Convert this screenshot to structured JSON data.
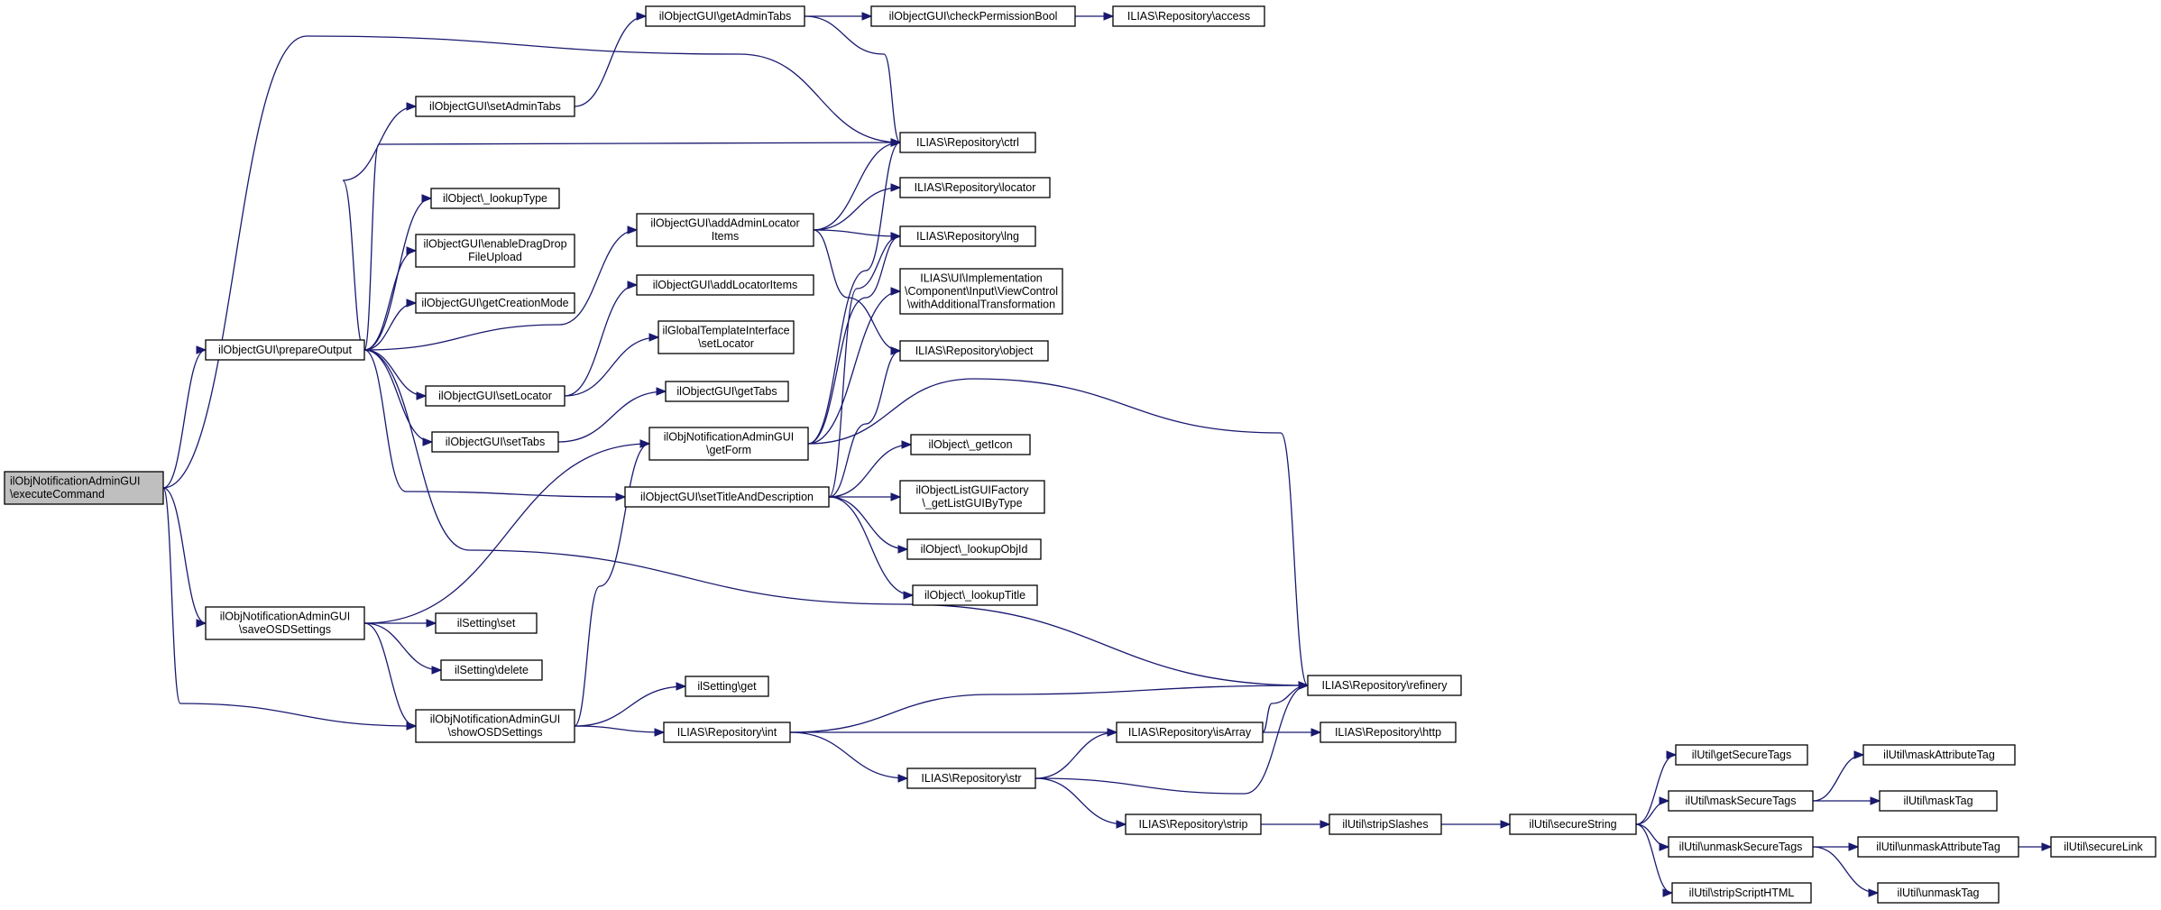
{
  "nodes": [
    {
      "id": "root",
      "lines": [
        "ilObjNotificationAdminGUI",
        "\\executeCommand"
      ],
      "root": true
    },
    {
      "id": "prepareOutput",
      "lines": [
        "ilObjectGUI\\prepareOutput"
      ]
    },
    {
      "id": "saveOSD",
      "lines": [
        "ilObjNotificationAdminGUI",
        "\\saveOSDSettings"
      ]
    },
    {
      "id": "showOSD",
      "lines": [
        "ilObjNotificationAdminGUI",
        "\\showOSDSettings"
      ]
    },
    {
      "id": "setAdminTabs",
      "lines": [
        "ilObjectGUI\\setAdminTabs"
      ]
    },
    {
      "id": "lookupType",
      "lines": [
        "ilObject\\_lookupType"
      ]
    },
    {
      "id": "enableDrag",
      "lines": [
        "ilObjectGUI\\enableDragDrop",
        "FileUpload"
      ]
    },
    {
      "id": "getCreationMode",
      "lines": [
        "ilObjectGUI\\getCreationMode"
      ]
    },
    {
      "id": "setLocator",
      "lines": [
        "ilObjectGUI\\setLocator"
      ]
    },
    {
      "id": "setTabs",
      "lines": [
        "ilObjectGUI\\setTabs"
      ]
    },
    {
      "id": "settingSet",
      "lines": [
        "ilSetting\\set"
      ]
    },
    {
      "id": "settingDelete",
      "lines": [
        "ilSetting\\delete"
      ]
    },
    {
      "id": "getAdminTabs",
      "lines": [
        "ilObjectGUI\\getAdminTabs"
      ]
    },
    {
      "id": "addAdminLocator",
      "lines": [
        "ilObjectGUI\\addAdminLocator",
        "Items"
      ]
    },
    {
      "id": "addLocatorItems",
      "lines": [
        "ilObjectGUI\\addLocatorItems"
      ]
    },
    {
      "id": "gtiSetLocator",
      "lines": [
        "ilGlobalTemplateInterface",
        "\\setLocator"
      ]
    },
    {
      "id": "getTabs",
      "lines": [
        "ilObjectGUI\\getTabs"
      ]
    },
    {
      "id": "getForm",
      "lines": [
        "ilObjNotificationAdminGUI",
        "\\getForm"
      ]
    },
    {
      "id": "setTitleDesc",
      "lines": [
        "ilObjectGUI\\setTitleAndDescription"
      ]
    },
    {
      "id": "settingGet",
      "lines": [
        "ilSetting\\get"
      ]
    },
    {
      "id": "repoInt",
      "lines": [
        "ILIAS\\Repository\\int"
      ]
    },
    {
      "id": "repoStr",
      "lines": [
        "ILIAS\\Repository\\str"
      ]
    },
    {
      "id": "repoStrip",
      "lines": [
        "ILIAS\\Repository\\strip"
      ]
    },
    {
      "id": "checkPerm",
      "lines": [
        "ilObjectGUI\\checkPermissionBool"
      ]
    },
    {
      "id": "access",
      "lines": [
        "ILIAS\\Repository\\access"
      ]
    },
    {
      "id": "ctrl",
      "lines": [
        "ILIAS\\Repository\\ctrl"
      ]
    },
    {
      "id": "locator",
      "lines": [
        "ILIAS\\Repository\\locator"
      ]
    },
    {
      "id": "lng",
      "lines": [
        "ILIAS\\Repository\\lng"
      ]
    },
    {
      "id": "viewControl",
      "lines": [
        "ILIAS\\UI\\Implementation",
        "\\Component\\Input\\ViewControl",
        "\\withAdditionalTransformation"
      ]
    },
    {
      "id": "object",
      "lines": [
        "ILIAS\\Repository\\object"
      ]
    },
    {
      "id": "getIcon",
      "lines": [
        "ilObject\\_getIcon"
      ]
    },
    {
      "id": "listGUIFactory",
      "lines": [
        "ilObjectListGUIFactory",
        "\\_getListGUIByType"
      ]
    },
    {
      "id": "lookupObjId",
      "lines": [
        "ilObject\\_lookupObjId"
      ]
    },
    {
      "id": "lookupTitle",
      "lines": [
        "ilObject\\_lookupTitle"
      ]
    },
    {
      "id": "refinery",
      "lines": [
        "ILIAS\\Repository\\refinery"
      ]
    },
    {
      "id": "isArray",
      "lines": [
        "ILIAS\\Repository\\isArray"
      ]
    },
    {
      "id": "http",
      "lines": [
        "ILIAS\\Repository\\http"
      ]
    },
    {
      "id": "stripSlashes",
      "lines": [
        "ilUtil\\stripSlashes"
      ]
    },
    {
      "id": "secureString",
      "lines": [
        "ilUtil\\secureString"
      ]
    },
    {
      "id": "getSecureTags",
      "lines": [
        "ilUtil\\getSecureTags"
      ]
    },
    {
      "id": "maskSecureTags",
      "lines": [
        "ilUtil\\maskSecureTags"
      ]
    },
    {
      "id": "unmaskSecureTags",
      "lines": [
        "ilUtil\\unmaskSecureTags"
      ]
    },
    {
      "id": "stripScriptHTML",
      "lines": [
        "ilUtil\\stripScriptHTML"
      ]
    },
    {
      "id": "maskAttributeTag",
      "lines": [
        "ilUtil\\maskAttributeTag"
      ]
    },
    {
      "id": "maskTag",
      "lines": [
        "ilUtil\\maskTag"
      ]
    },
    {
      "id": "unmaskAttributeTag",
      "lines": [
        "ilUtil\\unmaskAttributeTag"
      ]
    },
    {
      "id": "unmaskTag",
      "lines": [
        "ilUtil\\unmaskTag"
      ]
    },
    {
      "id": "secureLink",
      "lines": [
        "ilUtil\\secureLink"
      ]
    }
  ],
  "edges": [
    [
      "root",
      "prepareOutput"
    ],
    [
      "root",
      "ctrl"
    ],
    [
      "root",
      "saveOSD"
    ],
    [
      "root",
      "showOSD"
    ],
    [
      "prepareOutput",
      "setAdminTabs"
    ],
    [
      "prepareOutput",
      "ctrl"
    ],
    [
      "prepareOutput",
      "lookupType"
    ],
    [
      "prepareOutput",
      "enableDrag"
    ],
    [
      "prepareOutput",
      "getCreationMode"
    ],
    [
      "prepareOutput",
      "addAdminLocator"
    ],
    [
      "prepareOutput",
      "setLocator"
    ],
    [
      "prepareOutput",
      "setTabs"
    ],
    [
      "prepareOutput",
      "setTitleDesc"
    ],
    [
      "prepareOutput",
      "refinery"
    ],
    [
      "setAdminTabs",
      "getAdminTabs"
    ],
    [
      "getAdminTabs",
      "checkPerm"
    ],
    [
      "getAdminTabs",
      "ctrl"
    ],
    [
      "checkPerm",
      "access"
    ],
    [
      "addAdminLocator",
      "ctrl"
    ],
    [
      "addAdminLocator",
      "locator"
    ],
    [
      "addAdminLocator",
      "lng"
    ],
    [
      "addAdminLocator",
      "object"
    ],
    [
      "setLocator",
      "addLocatorItems"
    ],
    [
      "setLocator",
      "gtiSetLocator"
    ],
    [
      "setTabs",
      "getTabs"
    ],
    [
      "saveOSD",
      "getForm"
    ],
    [
      "saveOSD",
      "settingSet"
    ],
    [
      "saveOSD",
      "settingDelete"
    ],
    [
      "saveOSD",
      "showOSD"
    ],
    [
      "showOSD",
      "getForm"
    ],
    [
      "showOSD",
      "settingGet"
    ],
    [
      "showOSD",
      "repoInt"
    ],
    [
      "getForm",
      "ctrl"
    ],
    [
      "getForm",
      "lng"
    ],
    [
      "getForm",
      "viewControl"
    ],
    [
      "getForm",
      "refinery"
    ],
    [
      "setTitleDesc",
      "lng"
    ],
    [
      "setTitleDesc",
      "object"
    ],
    [
      "setTitleDesc",
      "getIcon"
    ],
    [
      "setTitleDesc",
      "listGUIFactory"
    ],
    [
      "setTitleDesc",
      "lookupObjId"
    ],
    [
      "setTitleDesc",
      "lookupTitle"
    ],
    [
      "repoInt",
      "refinery"
    ],
    [
      "repoInt",
      "isArray"
    ],
    [
      "repoInt",
      "repoStr"
    ],
    [
      "repoStr",
      "isArray"
    ],
    [
      "repoStr",
      "refinery"
    ],
    [
      "repoStr",
      "repoStrip"
    ],
    [
      "isArray",
      "refinery"
    ],
    [
      "isArray",
      "http"
    ],
    [
      "repoStrip",
      "stripSlashes"
    ],
    [
      "stripSlashes",
      "secureString"
    ],
    [
      "secureString",
      "getSecureTags"
    ],
    [
      "secureString",
      "maskSecureTags"
    ],
    [
      "secureString",
      "unmaskSecureTags"
    ],
    [
      "secureString",
      "stripScriptHTML"
    ],
    [
      "maskSecureTags",
      "maskAttributeTag"
    ],
    [
      "maskSecureTags",
      "maskTag"
    ],
    [
      "unmaskSecureTags",
      "unmaskAttributeTag"
    ],
    [
      "unmaskSecureTags",
      "unmaskTag"
    ],
    [
      "unmaskAttributeTag",
      "secureLink"
    ]
  ]
}
